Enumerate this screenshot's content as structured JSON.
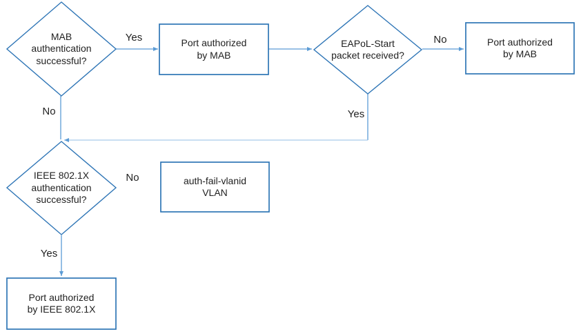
{
  "diagram": {
    "type": "flowchart",
    "colors": {
      "shape_stroke": "#2E75B6",
      "connector": "#5B9BD5",
      "connector_light": "#A8CBEA",
      "text": "#1F1F1F",
      "background": "#FFFFFF"
    },
    "nodes": {
      "mab_decision": {
        "shape": "diamond",
        "label": "MAB\nauthentication\nsuccessful?"
      },
      "port_authorized_mab_left": {
        "shape": "rect",
        "label": "Port authorized\nby MAB"
      },
      "eapol_decision": {
        "shape": "diamond",
        "label": "EAPoL-Start\npacket received?"
      },
      "port_authorized_mab_right": {
        "shape": "rect",
        "label": "Port authorized\nby MAB"
      },
      "dot1x_decision": {
        "shape": "diamond",
        "label": "IEEE 802.1X\nauthentication\nsuccessful?"
      },
      "auth_fail_vlan": {
        "shape": "rect",
        "label": "auth-fail-vlanid\nVLAN"
      },
      "port_authorized_dot1x": {
        "shape": "rect",
        "label": "Port authorized\nby IEEE 802.1X"
      }
    },
    "edges": {
      "mab_yes": {
        "label": "Yes",
        "from": "mab_decision",
        "to": "port_authorized_mab_left"
      },
      "mab_no": {
        "label": "No",
        "from": "mab_decision",
        "to": "dot1x_decision"
      },
      "mab_to_eapol": {
        "label": "",
        "from": "port_authorized_mab_left",
        "to": "eapol_decision"
      },
      "eapol_no": {
        "label": "No",
        "from": "eapol_decision",
        "to": "port_authorized_mab_right"
      },
      "eapol_yes": {
        "label": "Yes",
        "from": "eapol_decision",
        "to": "dot1x_decision"
      },
      "dot1x_no": {
        "label": "No",
        "from": "dot1x_decision",
        "to": "auth_fail_vlan"
      },
      "dot1x_yes": {
        "label": "Yes",
        "from": "dot1x_decision",
        "to": "port_authorized_dot1x"
      }
    }
  }
}
